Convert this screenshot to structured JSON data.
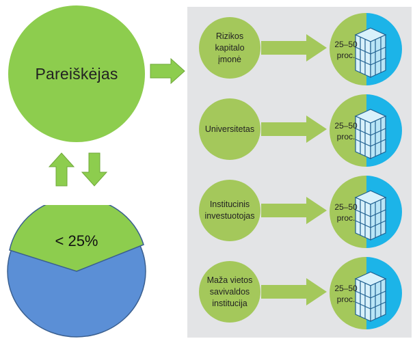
{
  "applicant": {
    "label": "Pareiškėjas"
  },
  "share": {
    "label": "< 25%"
  },
  "entities": [
    {
      "lines": [
        "Rizikos kapitalo",
        "įmonė"
      ],
      "pct_lines": [
        "25–50",
        "proc."
      ]
    },
    {
      "lines": [
        "Universitetas"
      ],
      "pct_lines": [
        "25–50",
        "proc."
      ]
    },
    {
      "lines": [
        "Institucinis",
        "investuotojas"
      ],
      "pct_lines": [
        "25–50",
        "proc."
      ]
    },
    {
      "lines": [
        "Maža vietos",
        "savivaldos",
        "institucija"
      ],
      "pct_lines": [
        "25–50",
        "proc."
      ]
    }
  ],
  "colors": {
    "applicant_green": "#8dcd4e",
    "pie_blue": "#5b8fd6",
    "entity_green": "#a4c85b",
    "panel_gray": "#e3e4e6",
    "cyan": "#1cb4e8"
  }
}
